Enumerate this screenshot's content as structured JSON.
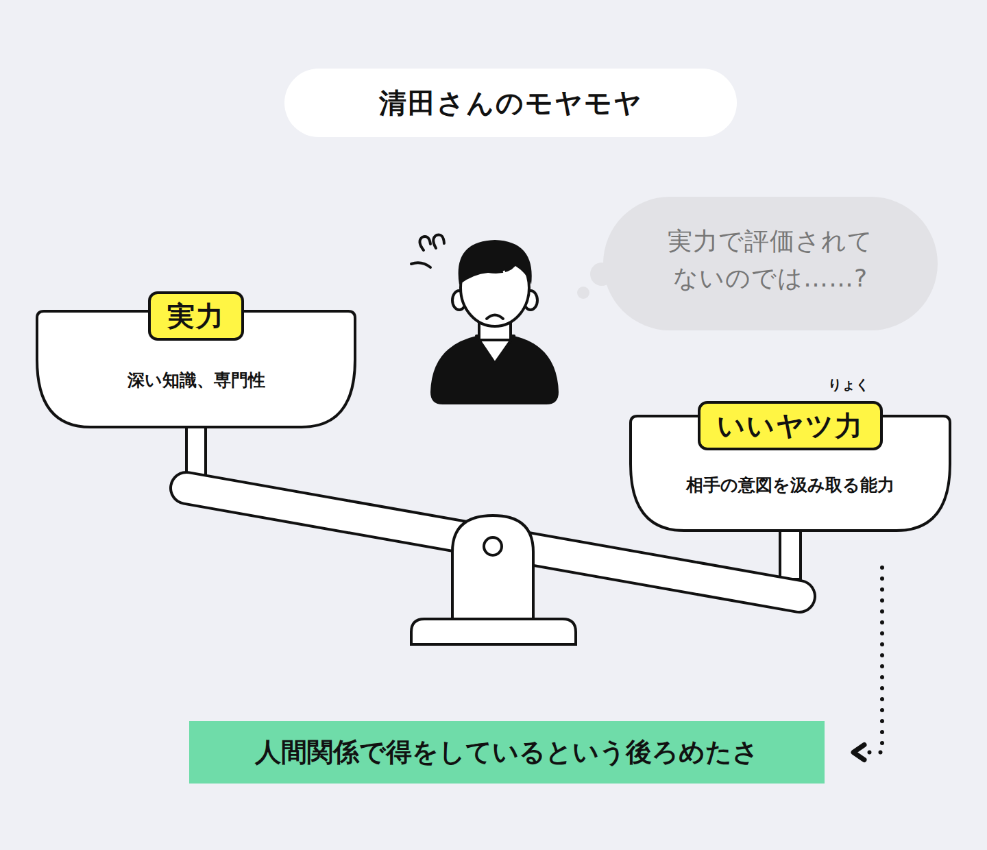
{
  "diagram": {
    "title": "清田さんのモヤモヤ",
    "nodes": [
      {
        "text": [
          "実力",
          "深い知識、専門性"
        ]
      },
      {
        "text": [
          "実力で評価されて ないのでは……?"
        ]
      },
      {
        "text": [
          "いいヤツ力",
          "相手の意図を汲み取る能力"
        ]
      },
      {
        "text": [
          "人間関係で得をしているという後ろめたさ"
        ]
      }
    ],
    "edges": [
      {
        "from": 2,
        "to": 3,
        "arrow": "to"
      }
    ],
    "labels": [
      "りょく"
    ]
  }
}
